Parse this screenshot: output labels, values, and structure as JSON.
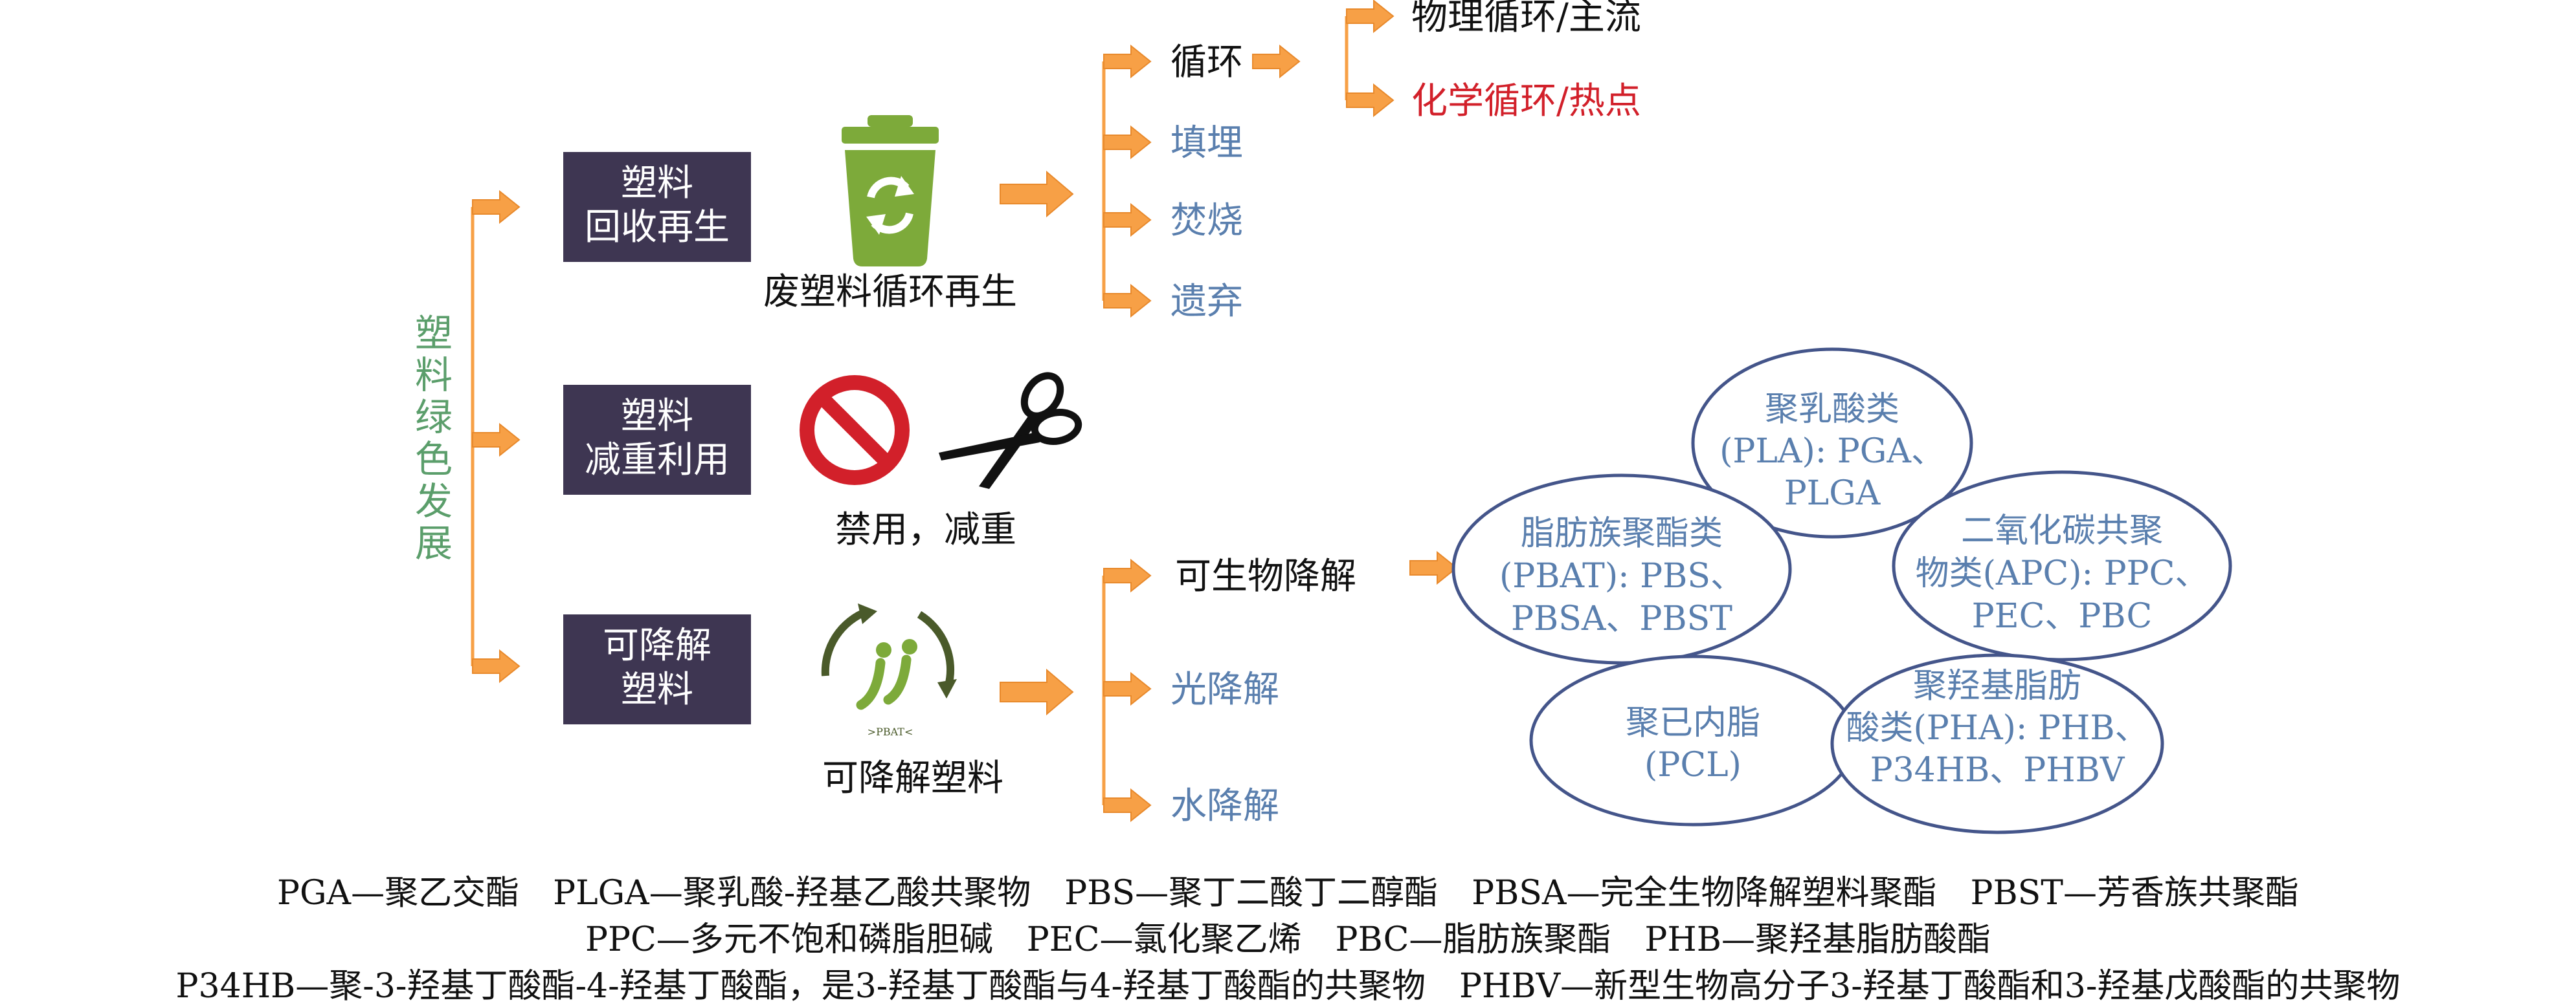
{
  "colors": {
    "arrow": "#F7A046",
    "arrow_stroke": "#E8892B",
    "box_fill": "#3E3652",
    "box_text": "#FFFFFF",
    "green_text": "#5B9E6B",
    "blue_text": "#5A7FAE",
    "red_text": "#D2202A",
    "dark_text": "#111111",
    "ellipse_stroke": "#44558A",
    "bin_green": "#7DAA3A",
    "ban_red": "#D2202A",
    "pbat_green": "#4A5A2A"
  },
  "root": {
    "label_chars": [
      "塑",
      "料",
      "绿",
      "色",
      "发",
      "展"
    ]
  },
  "boxes": {
    "recycle": [
      "塑料",
      "回收再生"
    ],
    "reduce": [
      "塑料",
      "减重利用"
    ],
    "degradable": [
      "可降解",
      "塑料"
    ]
  },
  "captions": {
    "recycle": "废塑料循环再生",
    "reduce": "禁用，减重",
    "degradable": "可降解塑料"
  },
  "icons": {
    "bin": "recycle-bin-icon",
    "ban": "prohibited-icon",
    "scissors": "scissors-icon",
    "pbat": "pbat-logo-icon",
    "pbat_label": ">PBAT<"
  },
  "recycle_branches": {
    "cycle": "循环",
    "landfill": "填埋",
    "incinerate": "焚烧",
    "discard": "遗弃"
  },
  "cycle_branches": {
    "physical": "物理循环/主流",
    "chemical": "化学循环/热点"
  },
  "degrade_branches": {
    "bio": "可生物降解",
    "photo": "光降解",
    "water": "水降解"
  },
  "ellipses": {
    "pla": [
      "聚乳酸类",
      "(PLA): PGA、",
      "PLGA"
    ],
    "pbat": [
      "脂肪族聚酯类",
      "(PBAT): PBS、",
      "PBSA、PBST"
    ],
    "apc": [
      "二氧化碳共聚",
      "物类(APC): PPC、",
      "PEC、PBC"
    ],
    "pcl": [
      "聚已内脂",
      "(PCL)"
    ],
    "pha": [
      "聚羟基脂肪",
      "酸类(PHA): PHB、",
      "P34HB、PHBV"
    ]
  },
  "footer": [
    "PGA—聚乙交酯　PLGA—聚乳酸-羟基乙酸共聚物　PBS—聚丁二酸丁二醇酯　PBSA—完全生物降解塑料聚酯　PBST—芳香族共聚酯",
    "PPC—多元不饱和磷脂胆碱　PEC—氯化聚乙烯　PBC—脂肪族聚酯　PHB—聚羟基脂肪酸酯",
    "P34HB—聚-3-羟基丁酸酯-4-羟基丁酸酯，是3-羟基丁酸酯与4-羟基丁酸酯的共聚物　PHBV—新型生物高分子3-羟基丁酸酯和3-羟基戊酸酯的共聚物"
  ]
}
